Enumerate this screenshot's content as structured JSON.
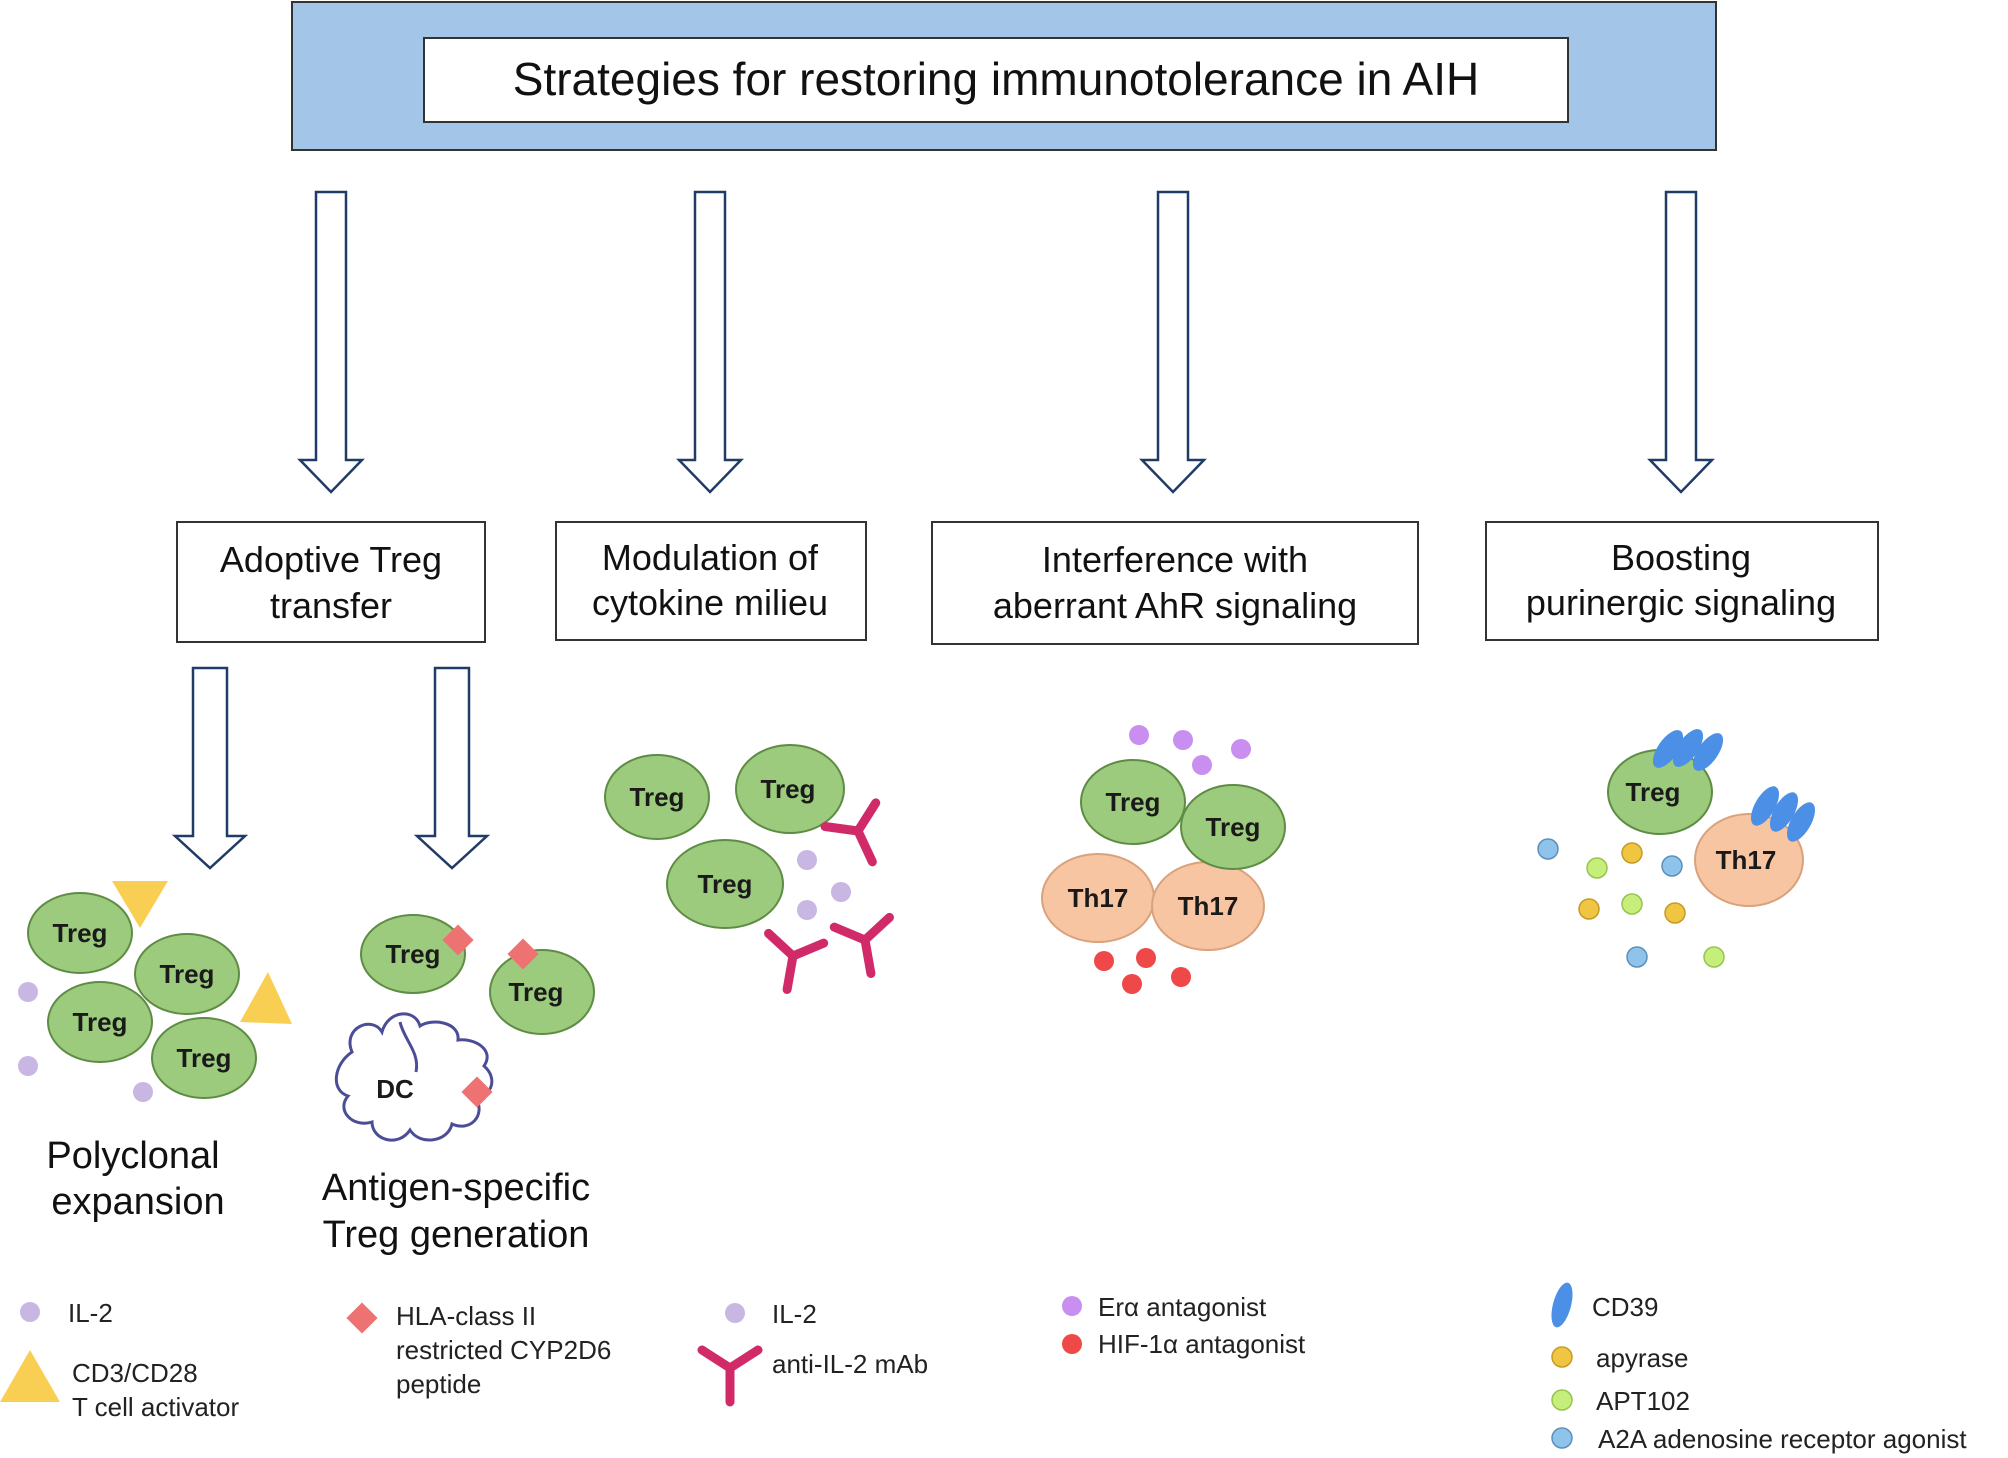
{
  "title": "Strategies for restoring immunotolerance in AIH",
  "strategies": [
    {
      "lines": [
        "Adoptive Treg",
        "transfer"
      ]
    },
    {
      "lines": [
        "Modulation of",
        "cytokine milieu"
      ]
    },
    {
      "lines": [
        "Interference with",
        "aberrant AhR signaling"
      ]
    },
    {
      "lines": [
        "Boosting",
        "purinergic signaling"
      ]
    }
  ],
  "sub_captions": {
    "polyclonal": [
      "Polyclonal",
      "expansion"
    ],
    "antigen_specific": [
      "Antigen-specific",
      "Treg generation"
    ]
  },
  "cell_labels": {
    "treg": "Treg",
    "th17": "Th17",
    "dc": "DC"
  },
  "legend": {
    "il2_a": "IL-2",
    "cd3cd28": [
      "CD3/CD28",
      "T cell activator"
    ],
    "hla_peptide": [
      "HLA-class II",
      "restricted CYP2D6",
      "peptide"
    ],
    "il2_b": "IL-2",
    "anti_il2": "anti-IL-2 mAb",
    "era_antagonist": "Erα antagonist",
    "hif_antagonist": "HIF-1α antagonist",
    "cd39": "CD39",
    "apyrase": "apyrase",
    "apt102": "APT102",
    "a2a": "A2A adenosine receptor agonist"
  },
  "colors": {
    "title_band": "#a3c5e8",
    "treg_fill": "#9ccb7d",
    "treg_stroke": "#5e8c44",
    "th17_fill": "#f7c5a2",
    "th17_stroke": "#d9a27c",
    "il2_dot": "#c9b7e3",
    "activator": "#f8cf52",
    "hla_peptide": "#ef7272",
    "antibody": "#d12a68",
    "era_dot": "#c88ff0",
    "hif_dot": "#ef4848",
    "cd39": "#4c8fe6",
    "apyrase": "#f0c542",
    "apt102": "#c6ee7a",
    "a2a": "#8ec3ec",
    "dc_stroke": "#4b4e97",
    "arrow_stroke": "#1f3b66"
  }
}
